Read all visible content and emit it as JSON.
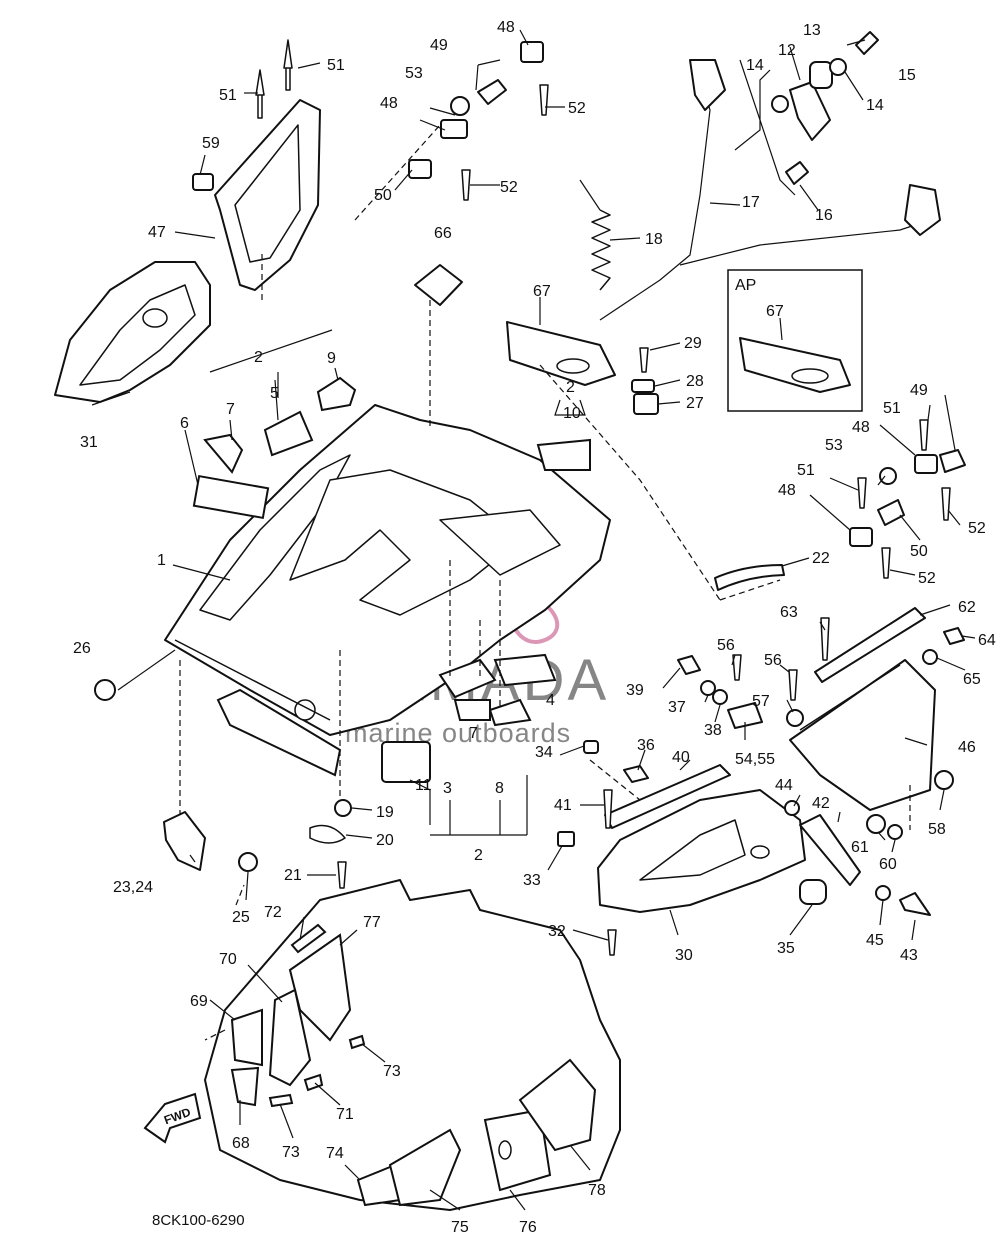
{
  "diagram": {
    "document_code": "8CK100-6290",
    "ap_box_label": "AP",
    "fwd_label": "FWD",
    "watermark": {
      "brand": "ARMADA",
      "tagline": "marine outboards",
      "logo_color": "#d98cb0"
    },
    "callouts": [
      {
        "id": "c1",
        "text": "1"
      },
      {
        "id": "c2a",
        "text": "2"
      },
      {
        "id": "c2b",
        "text": "2"
      },
      {
        "id": "c2c",
        "text": "2"
      },
      {
        "id": "c3",
        "text": "3"
      },
      {
        "id": "c4",
        "text": "4"
      },
      {
        "id": "c5",
        "text": "5"
      },
      {
        "id": "c6",
        "text": "6"
      },
      {
        "id": "c7a",
        "text": "7"
      },
      {
        "id": "c7b",
        "text": "7"
      },
      {
        "id": "c8",
        "text": "8"
      },
      {
        "id": "c9",
        "text": "9"
      },
      {
        "id": "c10",
        "text": "10"
      },
      {
        "id": "c11",
        "text": "11"
      },
      {
        "id": "c12",
        "text": "12"
      },
      {
        "id": "c13",
        "text": "13"
      },
      {
        "id": "c14a",
        "text": "14"
      },
      {
        "id": "c14b",
        "text": "14"
      },
      {
        "id": "c15",
        "text": "15"
      },
      {
        "id": "c16",
        "text": "16"
      },
      {
        "id": "c17",
        "text": "17"
      },
      {
        "id": "c18",
        "text": "18"
      },
      {
        "id": "c19",
        "text": "19"
      },
      {
        "id": "c20",
        "text": "20"
      },
      {
        "id": "c21",
        "text": "21"
      },
      {
        "id": "c22",
        "text": "22"
      },
      {
        "id": "c23",
        "text": "23,24"
      },
      {
        "id": "c25",
        "text": "25"
      },
      {
        "id": "c26",
        "text": "26"
      },
      {
        "id": "c27",
        "text": "27"
      },
      {
        "id": "c28",
        "text": "28"
      },
      {
        "id": "c29",
        "text": "29"
      },
      {
        "id": "c30",
        "text": "30"
      },
      {
        "id": "c31",
        "text": "31"
      },
      {
        "id": "c32",
        "text": "32"
      },
      {
        "id": "c33",
        "text": "33"
      },
      {
        "id": "c34",
        "text": "34"
      },
      {
        "id": "c35",
        "text": "35"
      },
      {
        "id": "c36",
        "text": "36"
      },
      {
        "id": "c37",
        "text": "37"
      },
      {
        "id": "c38",
        "text": "38"
      },
      {
        "id": "c39",
        "text": "39"
      },
      {
        "id": "c40",
        "text": "40"
      },
      {
        "id": "c41",
        "text": "41"
      },
      {
        "id": "c42",
        "text": "42"
      },
      {
        "id": "c43",
        "text": "43"
      },
      {
        "id": "c44",
        "text": "44"
      },
      {
        "id": "c45",
        "text": "45"
      },
      {
        "id": "c46",
        "text": "46"
      },
      {
        "id": "c47",
        "text": "47"
      },
      {
        "id": "c48a",
        "text": "48"
      },
      {
        "id": "c48b",
        "text": "48"
      },
      {
        "id": "c48c",
        "text": "48"
      },
      {
        "id": "c48d",
        "text": "48"
      },
      {
        "id": "c49a",
        "text": "49"
      },
      {
        "id": "c49b",
        "text": "49"
      },
      {
        "id": "c50a",
        "text": "50"
      },
      {
        "id": "c50b",
        "text": "50"
      },
      {
        "id": "c51a",
        "text": "51"
      },
      {
        "id": "c51b",
        "text": "51"
      },
      {
        "id": "c51c",
        "text": "51"
      },
      {
        "id": "c51d",
        "text": "51"
      },
      {
        "id": "c52a",
        "text": "52"
      },
      {
        "id": "c52b",
        "text": "52"
      },
      {
        "id": "c52c",
        "text": "52"
      },
      {
        "id": "c52d",
        "text": "52"
      },
      {
        "id": "c53a",
        "text": "53"
      },
      {
        "id": "c53b",
        "text": "53"
      },
      {
        "id": "c54",
        "text": "54,55"
      },
      {
        "id": "c56a",
        "text": "56"
      },
      {
        "id": "c56b",
        "text": "56"
      },
      {
        "id": "c57",
        "text": "57"
      },
      {
        "id": "c58",
        "text": "58"
      },
      {
        "id": "c59",
        "text": "59"
      },
      {
        "id": "c60",
        "text": "60"
      },
      {
        "id": "c61",
        "text": "61"
      },
      {
        "id": "c62",
        "text": "62"
      },
      {
        "id": "c63",
        "text": "63"
      },
      {
        "id": "c64",
        "text": "64"
      },
      {
        "id": "c65",
        "text": "65"
      },
      {
        "id": "c66",
        "text": "66"
      },
      {
        "id": "c67a",
        "text": "67"
      },
      {
        "id": "c67b",
        "text": "67"
      },
      {
        "id": "c68",
        "text": "68"
      },
      {
        "id": "c69",
        "text": "69"
      },
      {
        "id": "c70",
        "text": "70"
      },
      {
        "id": "c71",
        "text": "71"
      },
      {
        "id": "c72",
        "text": "72"
      },
      {
        "id": "c73a",
        "text": "73"
      },
      {
        "id": "c73b",
        "text": "73"
      },
      {
        "id": "c74",
        "text": "74"
      },
      {
        "id": "c75",
        "text": "75"
      },
      {
        "id": "c76",
        "text": "76"
      },
      {
        "id": "c77",
        "text": "77"
      },
      {
        "id": "c78",
        "text": "78"
      }
    ]
  }
}
